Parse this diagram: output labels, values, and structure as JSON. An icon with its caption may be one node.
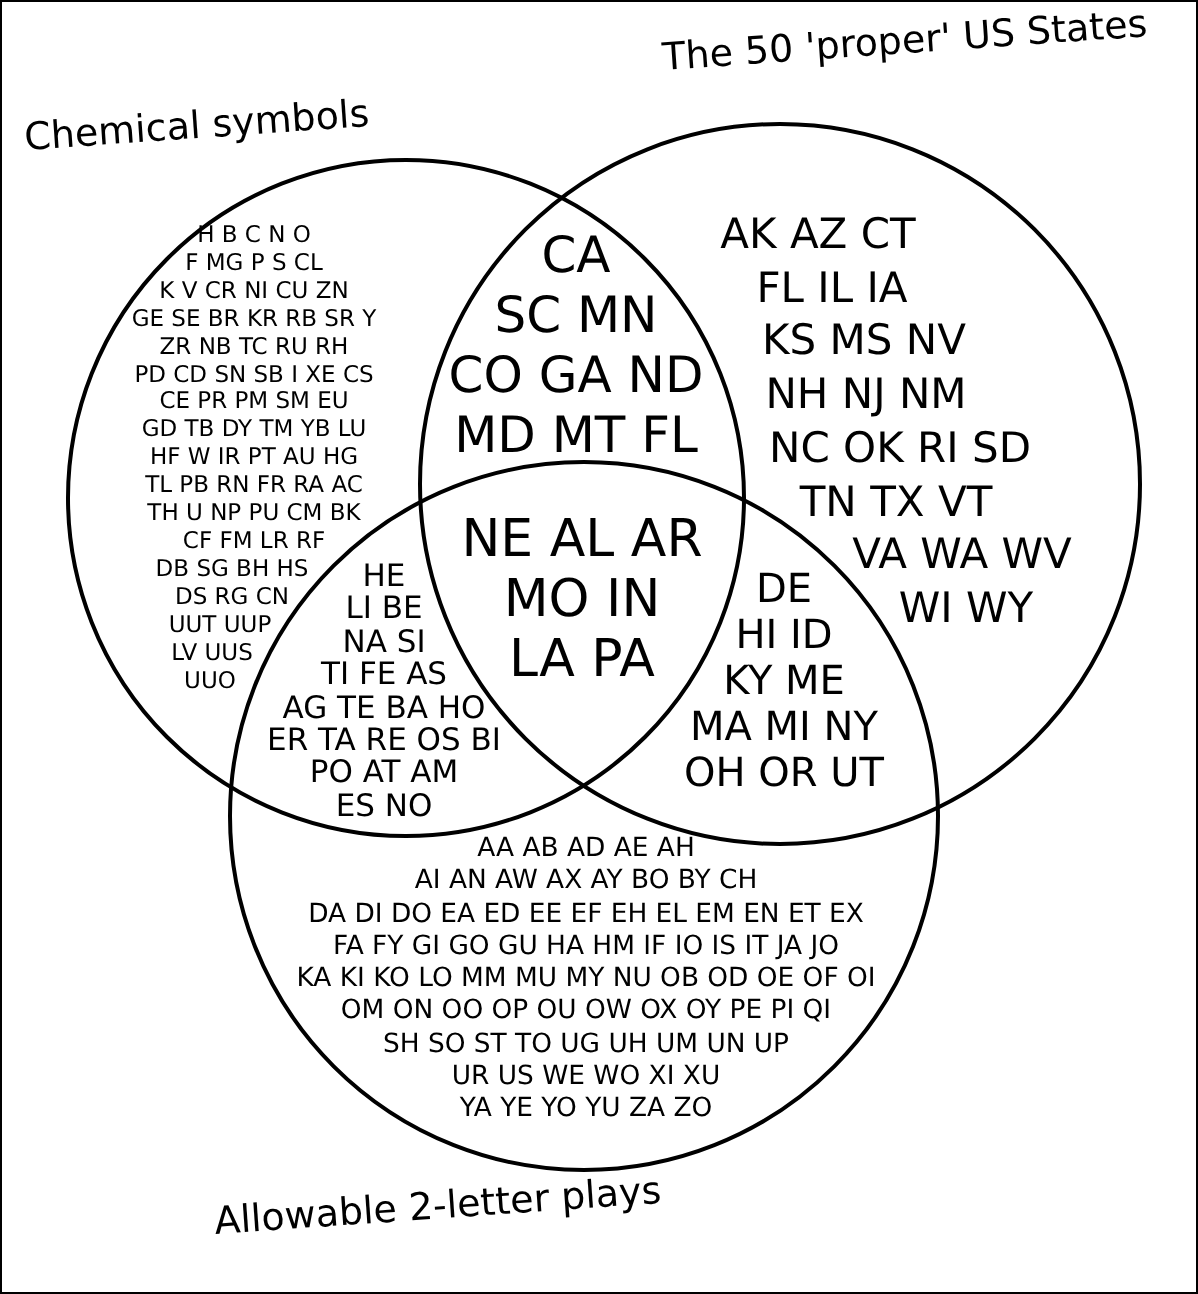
{
  "diagram": {
    "nodes": [
      {
        "text": [
          "Chemical symbols"
        ]
      },
      {
        "text": [
          "The 50 'proper' US States"
        ]
      },
      {
        "text": [
          "Allowable 2-letter plays"
        ]
      }
    ],
    "labels": [
      "H B C N O F MG P S CL K V CR NI CU ZN GE SE BR KR RB SR Y ZR NB TC RU RH PD CD SN SB I XE CS CE PR PM SM EU GD TB DY TM YB LU HF W IR PT AU HG TL PB RN FR RA AC TH U NP PU CM BK CF FM LR RF DB SG BH HS DS RG CN UUT UUP LV UUS UUO",
      "CA SC MN CO GA ND MD MT FL",
      "AK AZ CT FL IL IA KS MS NV NH NJ NM NC OK RI SD TN TX VT VA WA WV WI WY",
      "NE AL AR MO IN LA PA",
      "HE LI BE NA SI TI FE AS AG TE BA HO ER TA RE OS BI PO AT AM ES NO",
      "DE HI ID KY ME MA MI NY OH OR UT",
      "AA AB AD AE AH AI AN AW AX AY BO BY CH DA DI DO EA ED EE EF EH EL EM EN ET EX FA FY GI GO GU HA HM IF IO IS IT JA JO KA KI KO LO MM MU MY NU OB OD OE OF OI OM ON OO OP OU OW OX OY PE PI QI SH SO ST TO UG UH UM UN UP UR US WE WO XI XU YA YE YO YU ZA ZO"
    ]
  }
}
